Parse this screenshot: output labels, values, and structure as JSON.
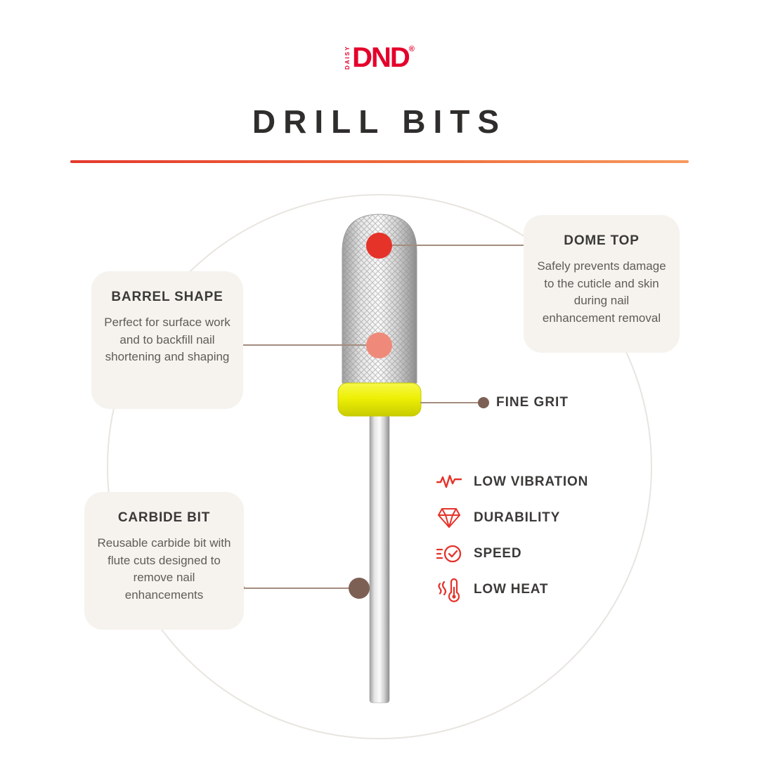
{
  "logo": {
    "daisy": "DAISY",
    "name": "DND",
    "reg": "®"
  },
  "title": "DRILL BITS",
  "callouts": {
    "dome_top": {
      "title": "DOME TOP",
      "body": "Safely prevents damage to the cuticle and skin during nail enhancement removal"
    },
    "barrel_shape": {
      "title": "BARREL SHAPE",
      "body": "Perfect for surface work and to backfill nail shortening and shaping"
    },
    "fine_grit": {
      "title": "FINE GRIT"
    },
    "carbide_bit": {
      "title": "CARBIDE BIT",
      "body": "Reusable carbide bit with flute cuts designed to remove nail enhancements"
    }
  },
  "features": [
    {
      "label": "LOW VIBRATION",
      "icon": "vibration-icon"
    },
    {
      "label": "DURABILITY",
      "icon": "diamond-icon"
    },
    {
      "label": "SPEED",
      "icon": "speedometer-icon"
    },
    {
      "label": "LOW HEAT",
      "icon": "thermometer-icon"
    }
  ],
  "colors": {
    "accent-red": "#e5332a",
    "logo-red": "#e4012b",
    "title-dark": "#2f2e2c",
    "card-bg": "#f6f3ef",
    "card-title": "#3b3a38",
    "card-body": "#5f5c58",
    "connector": "#a48c7e",
    "dot-salmon": "#ef8a7a",
    "dot-brown": "#7d6054",
    "circle-stroke": "#e8e5e0",
    "band-yellow": "#eef005",
    "divider-left": "#e4392d",
    "divider-mid": "#ef6a3a",
    "divider-right": "#f79a5e"
  }
}
